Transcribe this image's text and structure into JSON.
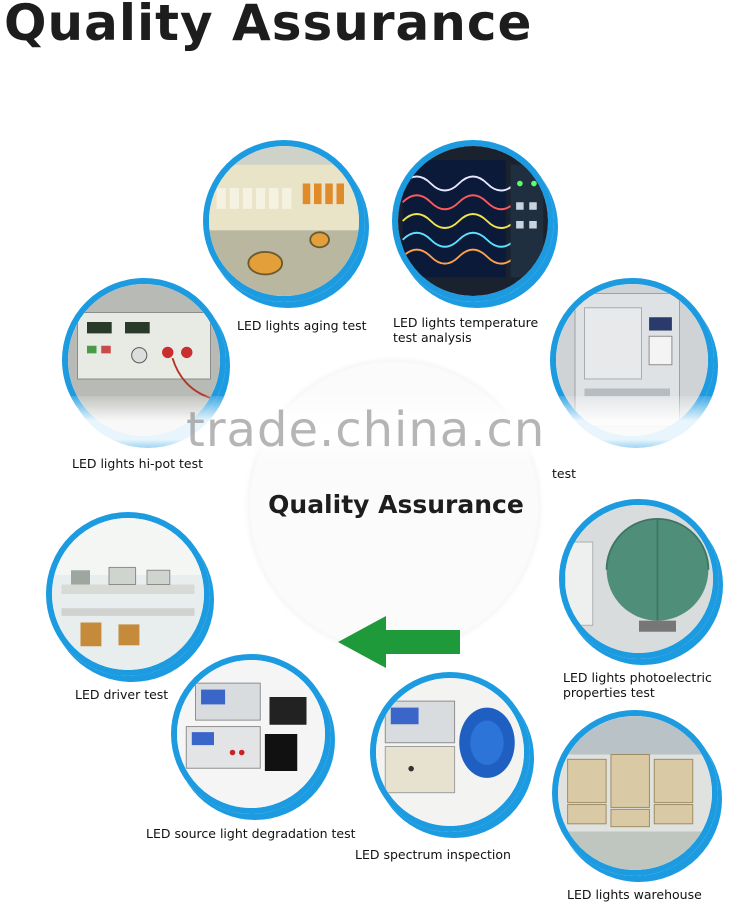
{
  "title": "Quality Assurance",
  "center_title": "Quality Assurance",
  "watermark": "trade.china.cn",
  "colors": {
    "ring": "#1c9be1",
    "arrow": "#1f9a3a"
  },
  "steps": [
    {
      "caption": "LED lights aging test",
      "icon": "aging-rack-photo"
    },
    {
      "caption_line1": "LED lights temperature",
      "caption_line2": "test analysis",
      "icon": "oscilloscope-photo"
    },
    {
      "caption": "test",
      "icon": "temperature-chamber-photo"
    },
    {
      "caption": "LED lights hi-pot test",
      "icon": "hipot-tester-photo"
    },
    {
      "caption": "LED driver test",
      "icon": "driver-lab-photo"
    },
    {
      "caption_line1": "LED lights photoelectric",
      "caption_line2": "properties test",
      "icon": "integrating-sphere-photo"
    },
    {
      "caption": "LED source light degradation test",
      "icon": "degradation-instrument-photo"
    },
    {
      "caption": "LED spectrum inspection",
      "icon": "spectrometer-photo"
    },
    {
      "caption": "LED lights warehouse",
      "icon": "warehouse-photo"
    }
  ]
}
